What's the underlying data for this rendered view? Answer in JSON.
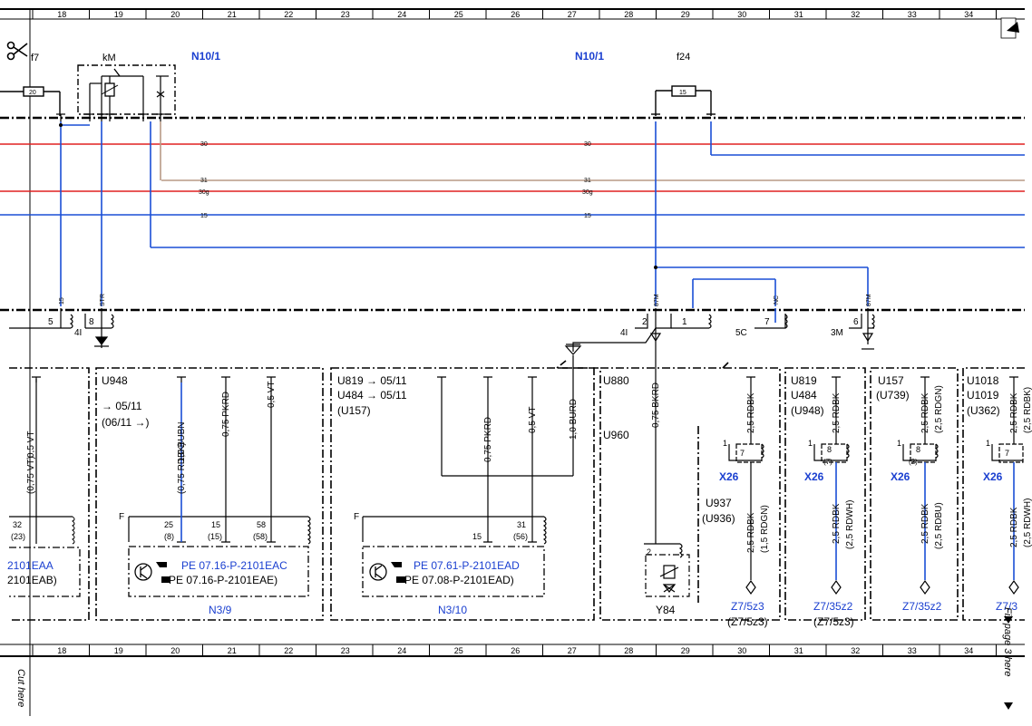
{
  "grid": {
    "columns": [
      "18",
      "19",
      "20",
      "21",
      "22",
      "23",
      "24",
      "25",
      "26",
      "27",
      "28",
      "29",
      "30",
      "31",
      "32",
      "33",
      "34"
    ]
  },
  "labels": {
    "f7": "f7",
    "km": "kM",
    "n10_left": "N10/1",
    "n10_right": "N10/1",
    "f24": "f24",
    "fuse20": "20",
    "fuse15": "15"
  },
  "buses": {
    "b30": "30",
    "b31": "31",
    "b30g": "30g",
    "b15": "15"
  },
  "connectors": {
    "p5": "5",
    "p8": "8",
    "p41a": "4I",
    "p15v": "15",
    "pstr": "STR",
    "p2": "2",
    "p1": "1",
    "p41b": "4I",
    "p87a": "87M",
    "pnc": "NC",
    "p7": "7",
    "p5c": "5C",
    "p6": "6",
    "p3m": "3M",
    "p87b": "87M"
  },
  "block1": {
    "wire1": "0,5 VT",
    "wire1b": "(0,75 VT)",
    "pin": "32",
    "pin_alt": "(23)",
    "code": "2101EAA",
    "code_alt": "2101EAB)"
  },
  "block2": {
    "line1": "U948",
    "line2": "→ 05/11",
    "line3": "(06/11 →)",
    "wire1": "1,0 BUBN",
    "wire1b": "(0,75 RDBK)",
    "wire2": "0,75 PKRD",
    "wire3": "0,5 VT",
    "f": "F",
    "pin1": "25",
    "pin1b": "(8)",
    "pin2": "15",
    "pin2b": "(15)",
    "pin3": "58",
    "pin3b": "(58)",
    "ref1": "PE 07.16-P-2101EAC",
    "ref2": "PE 07.16-P-2101EAE)",
    "name": "N3/9"
  },
  "block3": {
    "line1": "U819 → 05/11",
    "line2": "U484 → 05/11",
    "line3": "(U157)",
    "wire1": "0,75 PKRD",
    "wire2": "0,5 VT",
    "wire3": "1,0 BURD",
    "f": "F",
    "pin1": "15",
    "pin2": "31",
    "pin2b": "(56)",
    "ref1": "PE 07.61-P-2101EAD",
    "ref2": "PE 07.08-P-2101EAD)",
    "name": "N3/10"
  },
  "block4": {
    "line1": "U880",
    "line2": "U960",
    "wire": "0,75 BKRD",
    "pin": "2",
    "name": "Y84"
  },
  "block5": {
    "sub1": "U937",
    "sub2": "(U936)",
    "wire1": "2,5 RDBK",
    "wire2a": "2,5 RDBK",
    "wire2b": "(1,5 RDGN)",
    "x": "X26",
    "p1": "1",
    "p7": "7",
    "z": "Z7/5z3",
    "z_alt": "(Z7/5z3)"
  },
  "block6": {
    "line1": "U819",
    "line2": "U484",
    "line3": "(U948)",
    "wire1": "2,5 RDBK",
    "wire2a": "2,5 RDBK",
    "wire2b": "(2,5 RDWH)",
    "x": "X26",
    "p1": "1",
    "p8": "8",
    "p7b": "(7)",
    "z": "Z7/35z2",
    "z_alt": "(Z7/5z3)"
  },
  "block7": {
    "line1": "U157",
    "line2": "(U739)",
    "wire1": "2,5 RDBK",
    "wire1b": "(2,5 RDGN)",
    "wire2a": "2,5 RDBK",
    "wire2b": "(2,5 RDBU)",
    "x": "X26",
    "p1": "1",
    "p8": "8",
    "p2b": "(2)",
    "z": "Z7/35z2"
  },
  "block8": {
    "line1": "U1018",
    "line2": "U1019",
    "line3": "(U362)",
    "wire1": "2,5 RDBK",
    "wire1b": "(2,5 RDBK)",
    "wire2a": "2,5 RDBK",
    "wire2b": "(2,5 RDWH)",
    "x": "X26",
    "p1": "1",
    "p7": "7",
    "z": "Z7/3"
  },
  "margin": {
    "cut_left": "Cut here",
    "cut_right": "Fix page 3 here"
  },
  "colors": {
    "red": "#e02020",
    "blue": "#1a4fd6",
    "brown": "#b89a86",
    "label_blue": "#1a3fd0"
  }
}
